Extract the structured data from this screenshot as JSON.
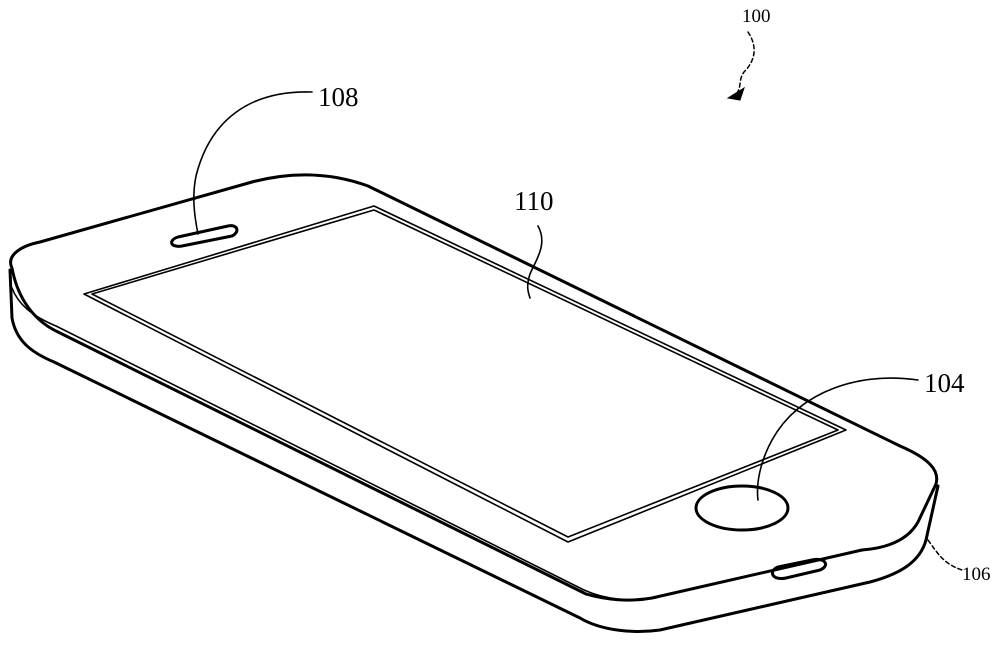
{
  "figure": {
    "labels": {
      "device": "100",
      "home_button": "104",
      "housing_edge": "106",
      "speaker": "108",
      "display": "110"
    }
  }
}
